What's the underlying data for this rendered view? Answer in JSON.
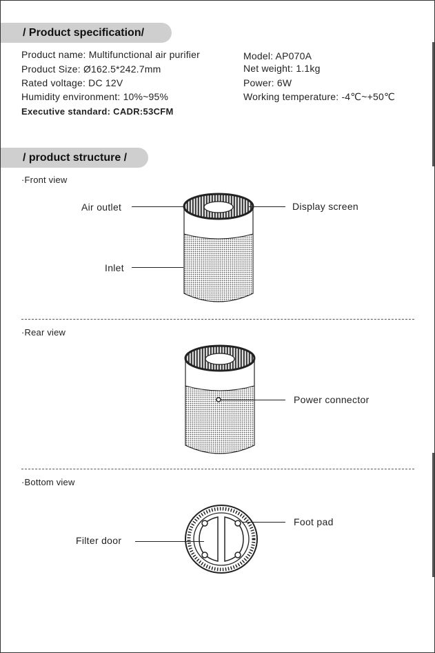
{
  "spec": {
    "heading": "/ Product specification/",
    "left": [
      "Product name: Multifunctional air purifier",
      "Product Size:  Ø162.5*242.7mm",
      "Rated voltage:  DC 12V",
      "Humidity environment:  10%~95%"
    ],
    "standard": "Executive standard:  CADR:53CFM",
    "right": [
      "Model:  AP070A",
      "Net weight:  1.1kg",
      "Power:  6W",
      "Working temperature:  -4℃~+50℃"
    ]
  },
  "structure": {
    "heading": "/ product structure /",
    "front": {
      "label": "·Front view",
      "air_outlet": "Air outlet",
      "display_screen": "Display screen",
      "inlet": "Inlet"
    },
    "rear": {
      "label": "·Rear view",
      "power_connector": "Power connector"
    },
    "bottom": {
      "label": "·Bottom view",
      "foot_pad": "Foot pad",
      "filter_door": "Filter door"
    }
  }
}
